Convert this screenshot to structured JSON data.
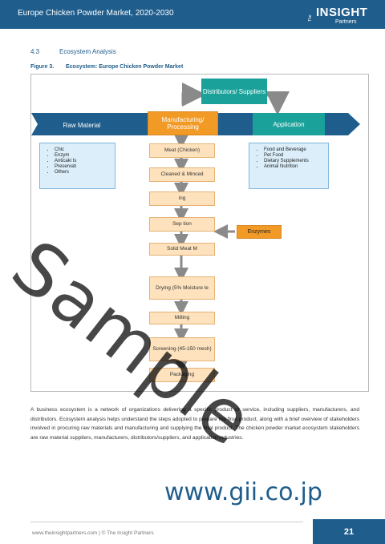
{
  "header": {
    "title": "Europe Chicken Powder Market, 2020-2030",
    "logo": {
      "the": "The",
      "insight": "INSIGHT",
      "partners": "Partners"
    }
  },
  "section": {
    "number": "4.3",
    "title": "Ecosystem Analysis"
  },
  "figure": {
    "label": "Figure 3.",
    "title": "Ecosystem: Europe Chicken Powder Market"
  },
  "diagram": {
    "distributors": "Distributors/ Suppliers",
    "raw_material": "Raw Material",
    "manufacturing": "Manufacturing/ Processing",
    "application": "Application",
    "raw_list": [
      "Chic",
      "Enzym",
      "Anticaki   ts",
      "Preservati",
      "Others"
    ],
    "app_list": [
      "Food and Beverage",
      "Pet Food",
      "Dietary Supplements",
      "Animal Nutrition"
    ],
    "steps": [
      "Meat (Chicken)",
      "Cleaned & Minced",
      "  ing",
      "Sep   tion",
      "Solid Meat M",
      "Drying (5% Moisture le",
      "Milling",
      "Screening (45-150 mesh)",
      "Packaging"
    ],
    "enzymes": "Enzymes"
  },
  "body_text": "A business ecosystem is a network of organizations delivering a specific product or service, including suppliers, manufacturers, and distributors. Ecosystem analysis helps understand the steps adopted to prepare the final product, along with a brief overview of stakeholders involved in procuring raw materials and manufacturing and supplying the final product. The chicken powder market ecosystem stakeholders are raw material suppliers, manufacturers, distributors/suppliers, and application industries.",
  "footer": {
    "text": "www.theinsightpartners.com   |  © The Insight Partners",
    "page": "21"
  },
  "watermark": {
    "sample": "Sample",
    "url": "www.gii.co.jp"
  },
  "colors": {
    "brand": "#1f5d8c",
    "teal": "#1aa19a",
    "orange": "#f29a26",
    "step_fill": "#fde2bd",
    "list_fill": "#dbeefa"
  }
}
